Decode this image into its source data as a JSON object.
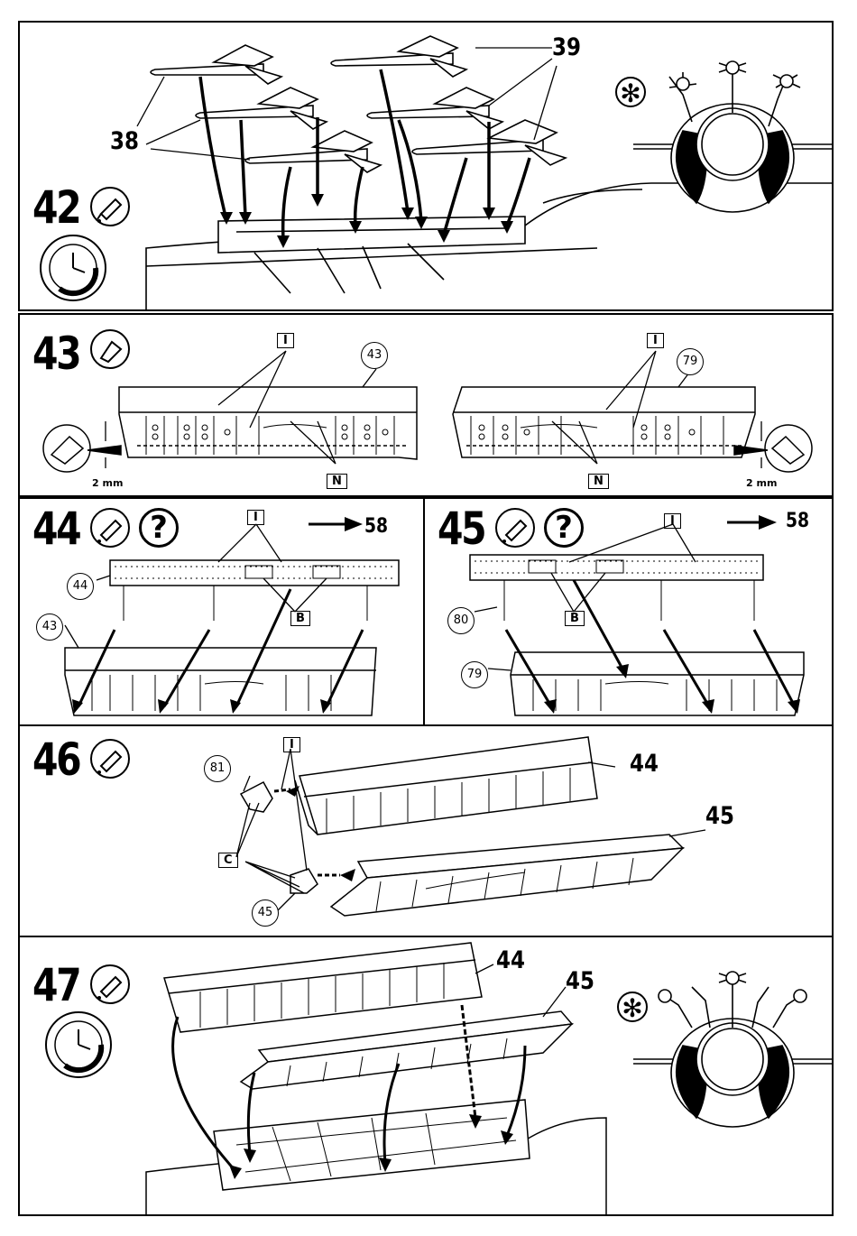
{
  "steps": [
    {
      "number": "42",
      "parts": [
        "38",
        "39"
      ]
    },
    {
      "number": "43",
      "callouts": [
        "43",
        "79"
      ],
      "measure_left": "2 mm",
      "measure_right": "2 mm"
    },
    {
      "number": "44",
      "callouts": [
        "44",
        "43"
      ],
      "ref": "58"
    },
    {
      "number": "45",
      "callouts": [
        "80",
        "79"
      ],
      "ref": "58"
    },
    {
      "number": "46",
      "callouts": [
        "81",
        "45"
      ],
      "parts": [
        "44",
        "45"
      ]
    },
    {
      "number": "47",
      "parts": [
        "44",
        "45"
      ]
    }
  ],
  "decals": {
    "I": "I",
    "N": "N",
    "B": "B",
    "C": "C"
  },
  "symbols": {
    "question": "?",
    "asterisk": "✻"
  },
  "icons": [
    "glue-tube-icon",
    "knife-icon",
    "clock-icon",
    "question-icon",
    "asterisk-icon"
  ]
}
